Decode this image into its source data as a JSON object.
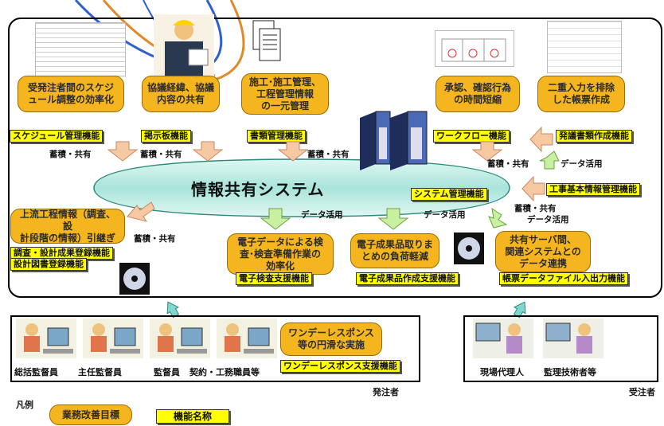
{
  "system": {
    "title": "情報共有システム",
    "mgmt_label": "システム管理機能"
  },
  "goals": [
    "受発注者間のスケジ\nュール調整の効率化",
    "協議経緯、協議\n内容の共有",
    "施工･施工管理、\n工程管理情報\nの一元管理",
    "承認、確認行為\nの時間短縮",
    "二重入力を排除\nした帳票作成",
    "上流工程情報（調査、設\n計段階の情報）引継ぎ",
    "電子データによる検\n査･検査準備作業の\n効率化",
    "電子成果品取りま\nとめの負荷軽減",
    "共有サーバ間、\n関連システムとの\nデータ連携",
    "ワンデーレスポンス\n等の円滑な実施"
  ],
  "functions": [
    "スケジュール管理機能",
    "掲示板機能",
    "書類管理機能",
    "ワークフロー機能",
    "発議書類作成機能",
    "工事基本情報管理機能",
    "調査・設計成果登録機能",
    "設計図書登録機能",
    "電子検査支援機能",
    "電子成果品作成支援機能",
    "帳票データファイル入出力機能",
    "ワンデーレスポンス支援機能"
  ],
  "flow_labels": {
    "store_share": "蓄積・共有",
    "data_use": "データ活用"
  },
  "roles": {
    "orderer": [
      "総括監督員",
      "主任監督員",
      "監督員",
      "契約・工務職員等"
    ],
    "contractor": [
      "現場代理人",
      "監理技術者等"
    ]
  },
  "parties": {
    "orderer": "発注者",
    "contractor": "受注者"
  },
  "legend": {
    "title": "凡例",
    "goal": "業務改善目標",
    "function": "機能名称"
  },
  "colors": {
    "goal": "#f5b51e",
    "function": "#ffff00",
    "system": "#b9ece4",
    "arrow": "#f7c9a3",
    "arrow_green": "#c9f0a0"
  }
}
